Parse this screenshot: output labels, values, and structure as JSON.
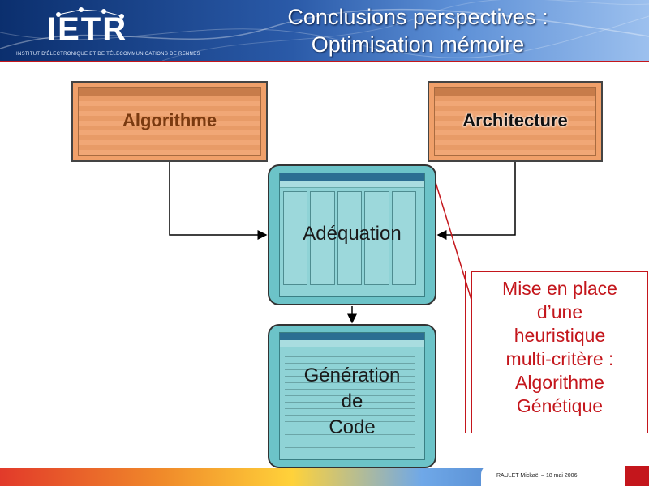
{
  "header": {
    "logo": "IETR",
    "institute": "INSTITUT D'ÉLECTRONIQUE ET DE TÉLÉCOMMUNICATIONS DE RENNES",
    "title_line1": "Conclusions perspectives :",
    "title_line2": "Optimisation mémoire"
  },
  "diagram": {
    "algorithme": "Algorithme",
    "architecture": "Architecture",
    "adequation": "Adéquation",
    "generation_line1": "Génération",
    "generation_line2": "de",
    "generation_line3": "Code"
  },
  "note": {
    "line1": "Mise en place",
    "line2": "d’une",
    "line3": "heuristique",
    "line4": "multi-critère :",
    "line5": "Algorithme",
    "line6": "Génétique"
  },
  "footer": {
    "author": "RAULET Mickaël – 18 mai 2006"
  },
  "colors": {
    "accent_red": "#c4161c",
    "orange_box": "#f0a06a",
    "teal_box": "#6cc3c8",
    "header_blue": "#0b2f6e"
  }
}
